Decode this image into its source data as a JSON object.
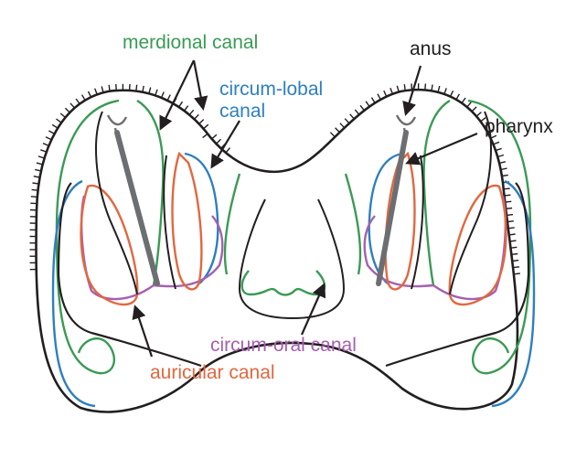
{
  "labels": {
    "meridional": "merdional canal",
    "circum_lobal_1": "circum-lobal",
    "circum_lobal_2": "canal",
    "anus": "anus",
    "pharynx": "pharynx",
    "circum_oral": "circum-oral canal",
    "auricular": "auricular canal"
  },
  "colors": {
    "outline": "#231f20",
    "meridional": "#3a9a54",
    "circum_lobal": "#2e7fc0",
    "circum_oral": "#a560b0",
    "auricular": "#e2673f",
    "pharynx": "#6d6e71"
  }
}
